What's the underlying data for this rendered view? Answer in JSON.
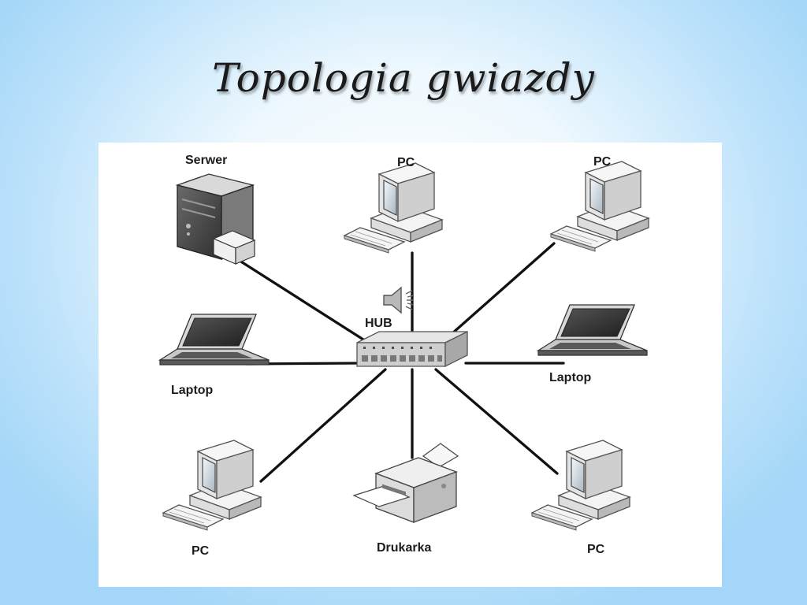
{
  "slide": {
    "title": "Topologia gwiazdy"
  },
  "diagram": {
    "hub_label": "HUB",
    "nodes": [
      {
        "id": "server",
        "label": "Serwer",
        "icon": "server-icon"
      },
      {
        "id": "pc-top",
        "label": "PC",
        "icon": "desktop-pc-icon"
      },
      {
        "id": "pc-top-right",
        "label": "PC",
        "icon": "desktop-pc-icon"
      },
      {
        "id": "laptop-left",
        "label": "Laptop",
        "icon": "laptop-icon"
      },
      {
        "id": "laptop-right",
        "label": "Laptop",
        "icon": "laptop-icon"
      },
      {
        "id": "pc-bottom-left",
        "label": "PC",
        "icon": "desktop-pc-icon"
      },
      {
        "id": "printer",
        "label": "Drukarka",
        "icon": "printer-icon"
      },
      {
        "id": "pc-bottom-right",
        "label": "PC",
        "icon": "desktop-pc-icon"
      }
    ],
    "hub_icon": "hub-icon",
    "audio_icon": "speaker-icon"
  }
}
